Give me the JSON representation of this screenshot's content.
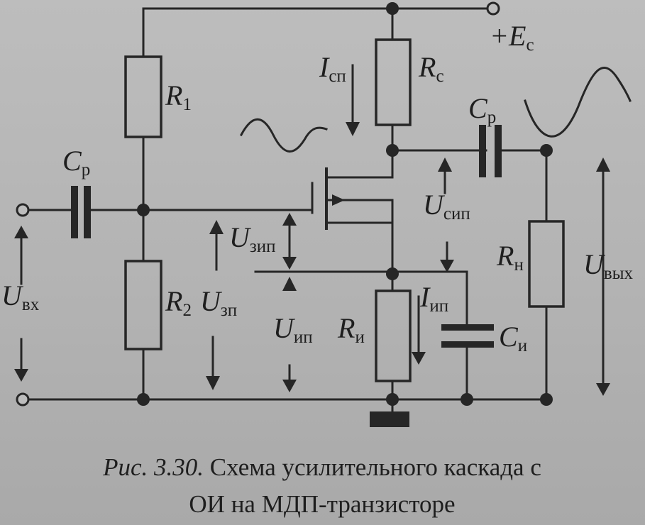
{
  "labels": {
    "ec": {
      "main": "+E",
      "sub": "c"
    },
    "i_sp": {
      "main": "I",
      "sub": "сп"
    },
    "rc": {
      "main": "R",
      "sub": "c"
    },
    "r1": {
      "main": "R",
      "sub": "1"
    },
    "cp_out": {
      "main": "C",
      "sub": "р"
    },
    "cp_in": {
      "main": "C",
      "sub": "р"
    },
    "u_sip": {
      "main": "U",
      "sub": "сип"
    },
    "u_zip": {
      "main": "U",
      "sub": "зип"
    },
    "rn": {
      "main": "R",
      "sub": "н"
    },
    "u_vyh": {
      "main": "U",
      "sub": "вых"
    },
    "u_vh": {
      "main": "U",
      "sub": "вх"
    },
    "r2": {
      "main": "R",
      "sub": "2"
    },
    "u_zp": {
      "main": "U",
      "sub": "зп"
    },
    "i_ip": {
      "main": "I",
      "sub": "ип"
    },
    "u_ip": {
      "main": "U",
      "sub": "ип"
    },
    "ri": {
      "main": "R",
      "sub": "и"
    },
    "ci": {
      "main": "C",
      "sub": "и"
    }
  },
  "caption": {
    "figure": "Рис. 3.30. ",
    "line1": "Схема усилительного каскада с",
    "line2": "ОИ на МДП-транзисторе"
  }
}
